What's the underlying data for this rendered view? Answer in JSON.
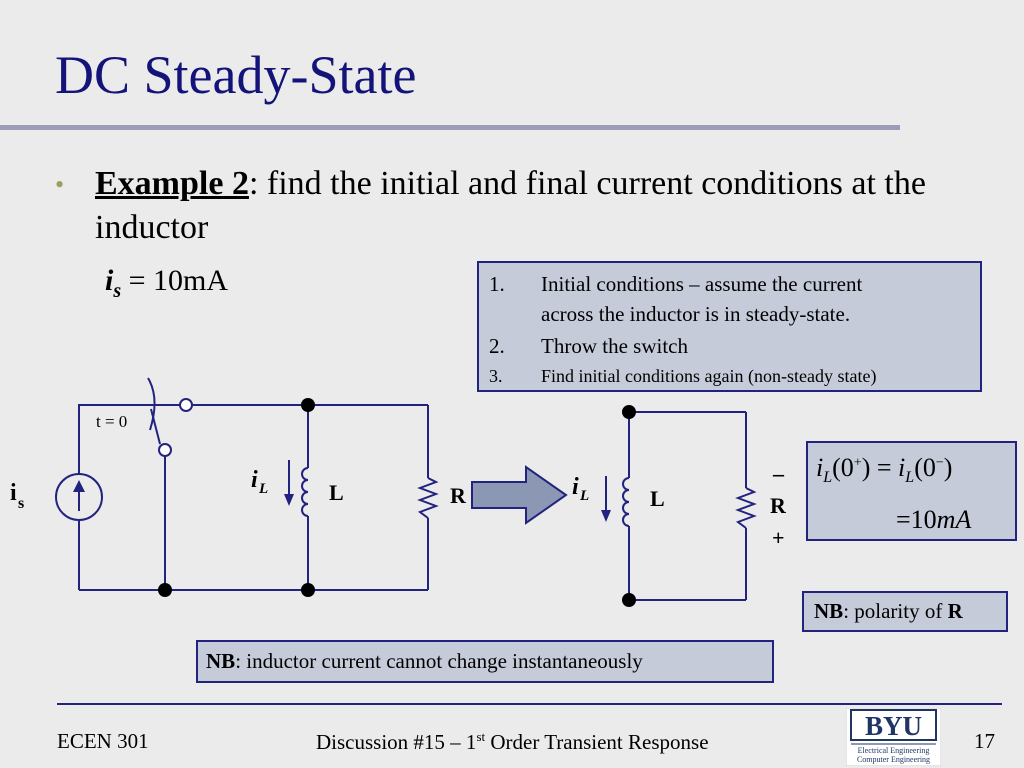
{
  "slide": {
    "title": "DC Steady-State",
    "bullet_label": "Example 2",
    "bullet_text": ": find the initial and final current conditions at the inductor",
    "source_var": "i",
    "source_sub": "s",
    "source_eq": " = 10mA"
  },
  "steps": [
    {
      "num": "1.",
      "text": "Initial conditions – assume the current"
    },
    {
      "num": "",
      "text": "across the inductor is in steady-state."
    },
    {
      "num": "2.",
      "text": "Throw the switch"
    },
    {
      "num": "3.",
      "text": "Find initial conditions again (non-steady state)"
    }
  ],
  "circuit": {
    "switch_label": "t = 0",
    "source_label": "i",
    "source_label_sub": "s",
    "current_label": "i",
    "current_label_sub": "L",
    "inductor_label": "L",
    "resistor_label": "R",
    "polarity_minus": "–",
    "polarity_plus": "+"
  },
  "equation": {
    "line1_a": "i",
    "line1_a_sub": "L",
    "line1_b": "(0",
    "line1_b_sup": "+",
    "line1_c": ") = ",
    "line1_d": "i",
    "line1_d_sub": "L",
    "line1_e": "(0",
    "line1_e_sup": "−",
    "line1_f": ")",
    "line2_a": "=10",
    "line2_b": "mA"
  },
  "notes": {
    "nb": "NB",
    "polarity_text": ": polarity of ",
    "polarity_bold": "R",
    "inductor_text": ": inductor current cannot change instantaneously"
  },
  "footer": {
    "course": "ECEN 301",
    "discussion_a": "Discussion #15 – 1",
    "discussion_sup": "st",
    "discussion_b": " Order Transient Response",
    "page": "17",
    "logo_main": "BYU",
    "logo_line1": "Electrical Engineering",
    "logo_line2": "Computer Engineering"
  },
  "colors": {
    "title": "#13137a",
    "box_fill": "#c5cbd9",
    "box_border": "#22237f",
    "wire": "#22237f",
    "background": "#ebebeb"
  }
}
